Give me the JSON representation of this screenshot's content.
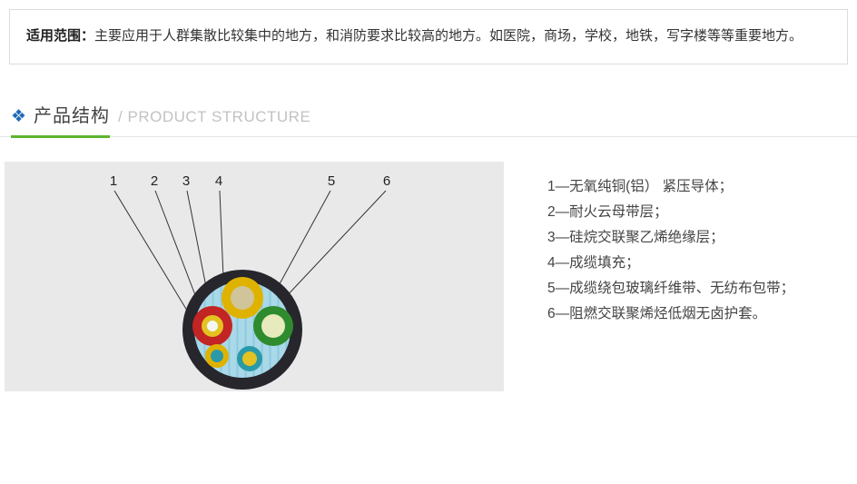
{
  "intro": {
    "label": "适用范围：",
    "text": "主要应用于人群集散比较集中的地方，和消防要求比较高的地方。如医院，商场，学校，地铁，写字楼等等重要地方。"
  },
  "section": {
    "icon": "❖",
    "title": "产品结构",
    "subtitle": "/ PRODUCT STRUCTURE"
  },
  "diagram": {
    "labels": [
      "1",
      "2",
      "3",
      "4",
      "5",
      "6"
    ]
  },
  "legend": {
    "items": [
      "1—无氧纯铜(铝） 紧压导体；",
      "2—耐火云母带层；",
      "3—硅烷交联聚乙烯绝缘层；",
      "4—成缆填充；",
      "5—成缆绕包玻璃纤维带、无纺布包带；",
      "6—阻燃交联聚烯烃低烟无卤护套。"
    ]
  },
  "colors": {
    "accent_green": "#5cb531",
    "icon_blue": "#1e6bb8",
    "panel_bg": "#e9e9e9",
    "sheath": "#26262c",
    "cable_inner": "#a9d9e9",
    "cable_inner_stripe": "#8fc9dd",
    "core_yellow": "#e0b200",
    "core_yellow_inner": "#cfc49a",
    "core_red": "#c32424",
    "core_red_mid": "#e3c222",
    "core_red_center": "#f6f6f0",
    "core_green": "#2e8b2e",
    "core_green_inner": "#e6eabc",
    "small_yellow": "#e0b200",
    "small_teal": "#2b9aa8",
    "teal_core": "#2b9aa8",
    "teal_core_inner": "#e3c222",
    "leader_line": "#333333"
  }
}
